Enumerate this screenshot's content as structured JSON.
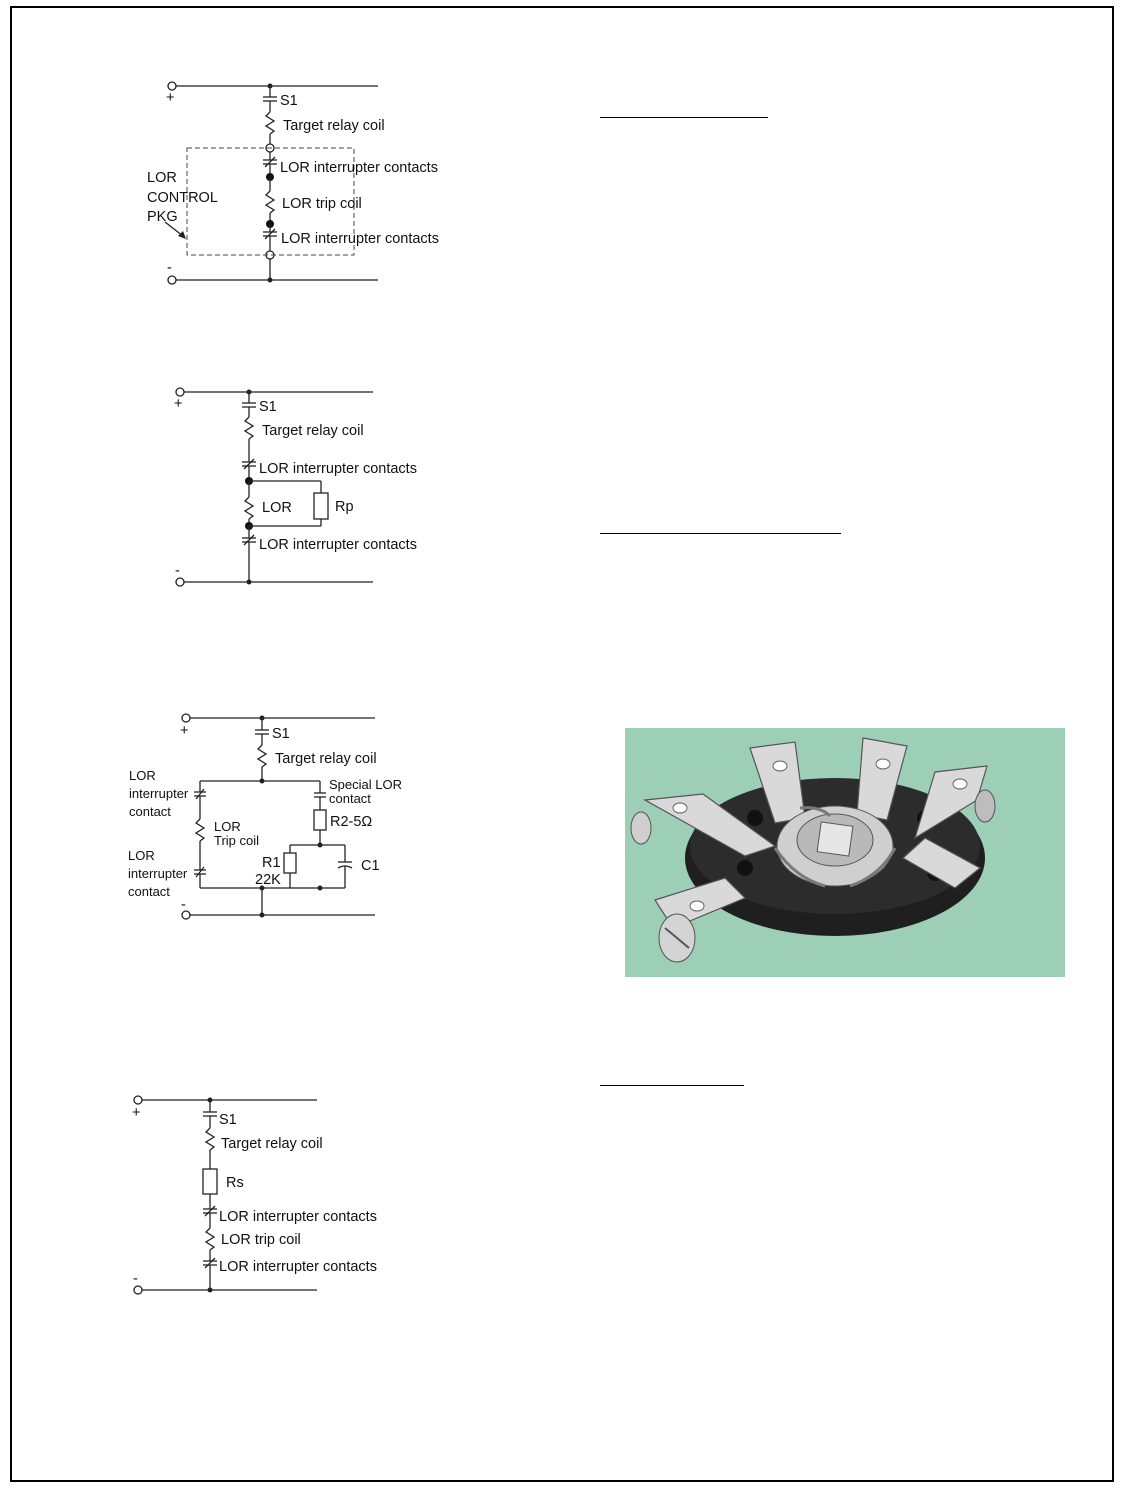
{
  "colors": {
    "photo_background": "#9ccfb5",
    "ink": "#111111"
  },
  "figure1": {
    "positive": "+",
    "negative": "-",
    "switch": "S1",
    "target_coil": "Target relay coil",
    "contacts_top": "LOR interrupter contacts",
    "trip_coil": "LOR trip coil",
    "contacts_bottom": "LOR interrupter contacts",
    "package_line1": "LOR",
    "package_line2": "CONTROL",
    "package_line3": "PKG"
  },
  "figure2": {
    "positive": "+",
    "negative": "-",
    "switch": "S1",
    "target_coil": "Target relay coil",
    "contacts_top": "LOR interrupter contacts",
    "coil": "LOR",
    "resistor": "Rp",
    "contacts_bottom": "LOR interrupter contacts"
  },
  "figure3": {
    "positive": "+",
    "negative": "-",
    "switch": "S1",
    "target_coil": "Target relay coil",
    "left_top_l1": "LOR",
    "left_top_l2": "interrupter",
    "left_top_l3": "contact",
    "trip_l1": "LOR",
    "trip_l2": "Trip coil",
    "left_bot_l1": "LOR",
    "left_bot_l2": "interrupter",
    "left_bot_l3": "contact",
    "special_l1": "Special LOR",
    "special_l2": "contact",
    "r2": "R2-5Ω",
    "r1_l1": "R1",
    "r1_l2": "22K",
    "c1": "C1"
  },
  "figure4": {
    "positive": "+",
    "negative": "-",
    "switch": "S1",
    "target_coil": "Target relay coil",
    "series_resistor": "Rs",
    "contacts_top": "LOR interrupter contacts",
    "trip_coil": "LOR trip coil",
    "contacts_bottom": "LOR interrupter contacts"
  },
  "photo": {
    "icon": "lockout-relay-contact-assembly-photo"
  }
}
